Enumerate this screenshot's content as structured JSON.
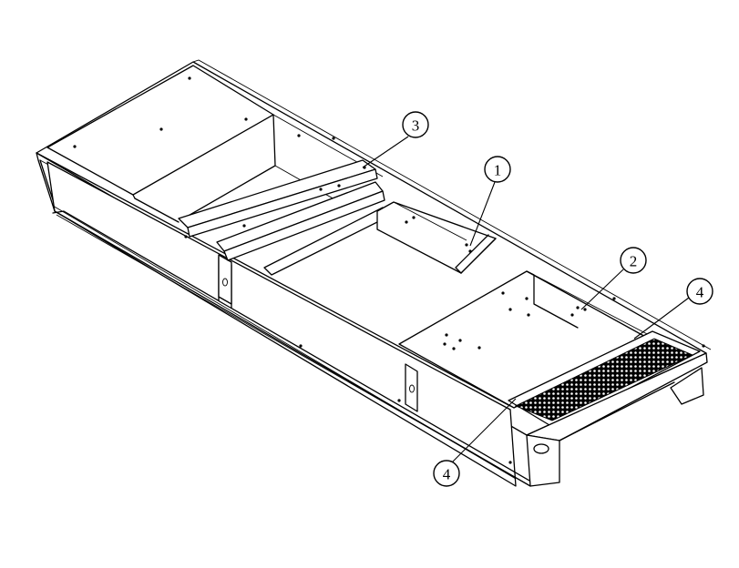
{
  "callouts": [
    {
      "id": "callout-3",
      "label": "3"
    },
    {
      "id": "callout-1",
      "label": "1"
    },
    {
      "id": "callout-2",
      "label": "2"
    },
    {
      "id": "callout-4-right",
      "label": "4"
    },
    {
      "id": "callout-4-bottom",
      "label": "4"
    }
  ],
  "colors": {
    "line": "#000000",
    "background": "#ffffff",
    "mesh": "#000000"
  }
}
